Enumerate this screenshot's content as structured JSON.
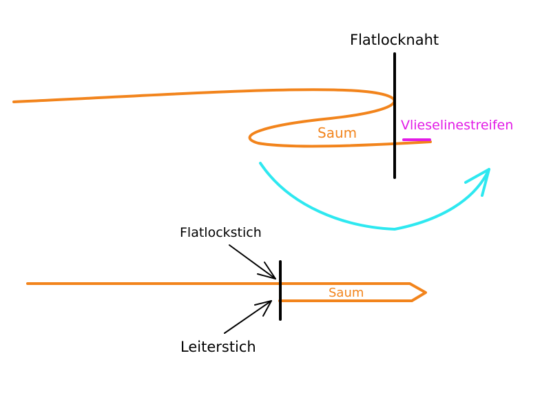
{
  "colors": {
    "background": "#ffffff",
    "fabric": "#f2841c",
    "seam": "#000000",
    "fold_arrow": "#2ee8f0",
    "interfacing": "#e21be6",
    "text": "#000000"
  },
  "top_view": {
    "seam_label": "Flatlocknaht",
    "hem_label": "Saum",
    "interfacing_label": "Vlieselinestreifen"
  },
  "bottom_view": {
    "flatlock_label": "Flatlockstich",
    "hem_label": "Saum",
    "ladder_label": "Leiterstich"
  }
}
